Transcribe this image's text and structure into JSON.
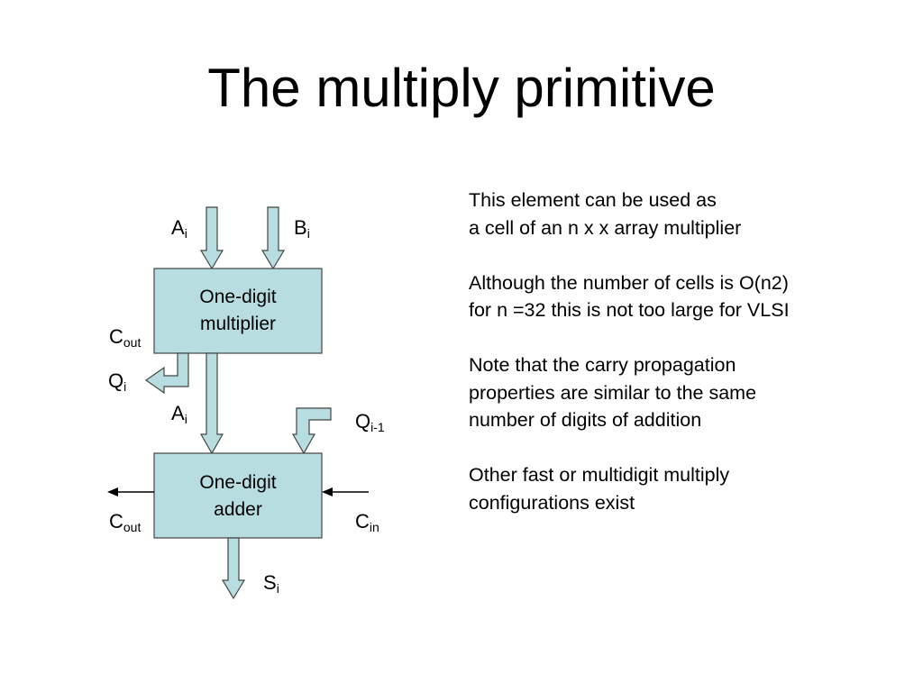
{
  "slide": {
    "title": "The multiply primitive"
  },
  "diagram": {
    "fill_color": "#b7dde1",
    "multiplier": {
      "line1": "One-digit",
      "line2": "multiplier"
    },
    "adder": {
      "line1": "One-digit",
      "line2": "adder"
    },
    "labels": {
      "a_top": {
        "main": "A",
        "sub": "i"
      },
      "b_top": {
        "main": "B",
        "sub": "i"
      },
      "cout_mult": {
        "main": "C",
        "sub": "out"
      },
      "q_out": {
        "main": "Q",
        "sub": "i"
      },
      "a_mid": {
        "main": "A",
        "sub": "i"
      },
      "q_in": {
        "main": "Q",
        "sub": "i-1"
      },
      "cout_add": {
        "main": "C",
        "sub": "out"
      },
      "cin": {
        "main": "C",
        "sub": "in"
      },
      "s_out": {
        "main": "S",
        "sub": "i"
      }
    }
  },
  "notes": [
    {
      "lines": [
        "This element can be used as",
        "a cell of an n x x array multiplier"
      ]
    },
    {
      "lines": [
        "Although the number of cells is O(n2)",
        "for n =32 this is not too large for VLSI"
      ]
    },
    {
      "lines": [
        "Note that the carry propagation",
        "properties are similar to the same",
        "number of digits of addition"
      ]
    },
    {
      "lines": [
        "Other fast or multidigit multiply",
        "configurations exist"
      ]
    }
  ]
}
